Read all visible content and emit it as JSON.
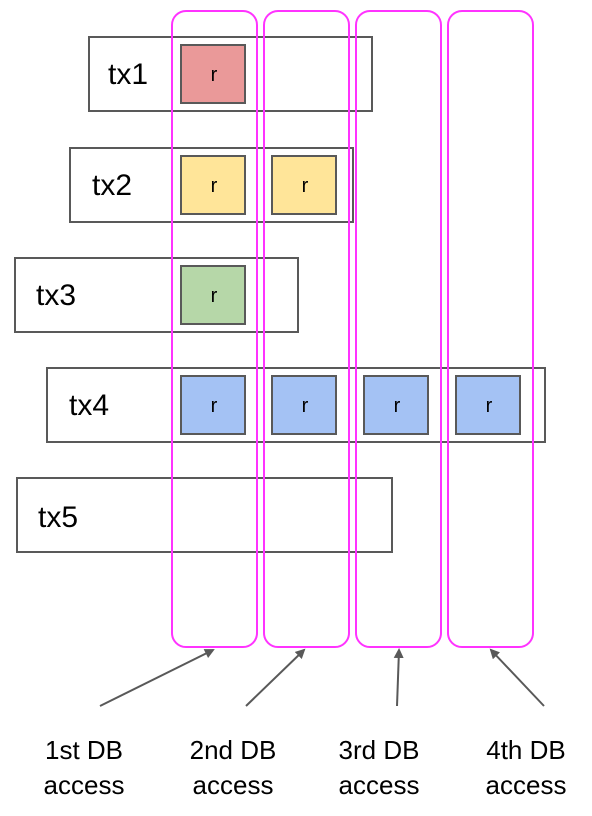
{
  "transactions": [
    {
      "label": "tx1",
      "reads": [
        "r"
      ],
      "read_color": "#ea9999"
    },
    {
      "label": "tx2",
      "reads": [
        "r",
        "r"
      ],
      "read_color": "#ffe599"
    },
    {
      "label": "tx3",
      "reads": [
        "r"
      ],
      "read_color": "#b6d7a8"
    },
    {
      "label": "tx4",
      "reads": [
        "r",
        "r",
        "r",
        "r"
      ],
      "read_color": "#a4c2f4"
    },
    {
      "label": "tx5",
      "reads": [],
      "read_color": ""
    }
  ],
  "db_accesses": [
    {
      "line1": "1st DB",
      "line2": "access"
    },
    {
      "line1": "2nd DB",
      "line2": "access"
    },
    {
      "line1": "3rd DB",
      "line2": "access"
    },
    {
      "line1": "4th DB",
      "line2": "access"
    }
  ],
  "colors": {
    "access_column_border": "#ff33ff",
    "tx_box_border": "#595959",
    "arrow": "#595959"
  }
}
